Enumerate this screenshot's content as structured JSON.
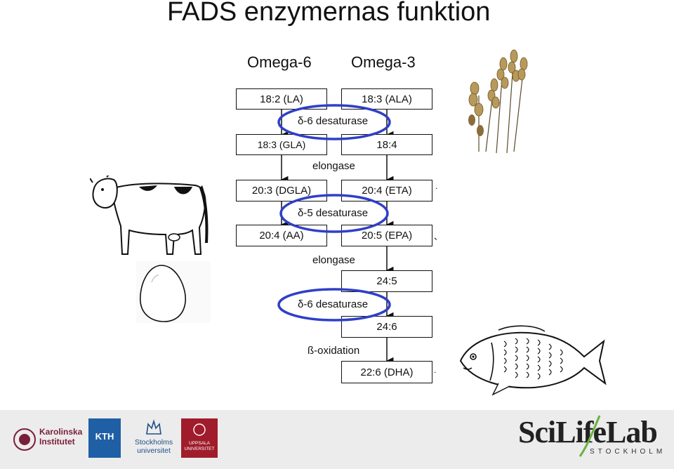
{
  "title": "FADS enzymernas funktion",
  "columns": {
    "omega6": "Omega-6",
    "omega3": "Omega-3"
  },
  "boxes": {
    "la": "18:2 (LA)",
    "ala": "18:3 (ALA)",
    "gla": "18:3 (GLA)",
    "c18_4": "18:4",
    "dgla": "20:3 (DGLA)",
    "eta": "20:4 (ETA)",
    "aa": "20:4 (AA)",
    "epa": "20:5 (EPA)",
    "c24_5": "24:5",
    "c24_6": "24:6",
    "dha": "22:6 (DHA)"
  },
  "steps": {
    "d6_desaturase_1": "δ-6 desaturase",
    "elongase_1": "elongase",
    "d5_desaturase": "δ-5 desaturase",
    "elongase_2": "elongase",
    "d6_desaturase_2": "δ-6 desaturase",
    "beta_oxidation": "ß-oxidation"
  },
  "colors": {
    "highlight": "#2f3fc8",
    "line": "#111111",
    "footer": "#ececec"
  },
  "icons": {
    "wheat": "wheat-icon",
    "cow": "cow-icon",
    "egg": "egg-icon",
    "fish": "fish-icon"
  },
  "logos": {
    "karolinska": "Karolinska Institutet",
    "kth": "KTH",
    "stockholm": "Stockholms universitet",
    "uppsala": "UPPSALA UNIVERSITET",
    "scilifelab": "SciLifeLab",
    "scilifelab_sub": "STOCKHOLM"
  }
}
